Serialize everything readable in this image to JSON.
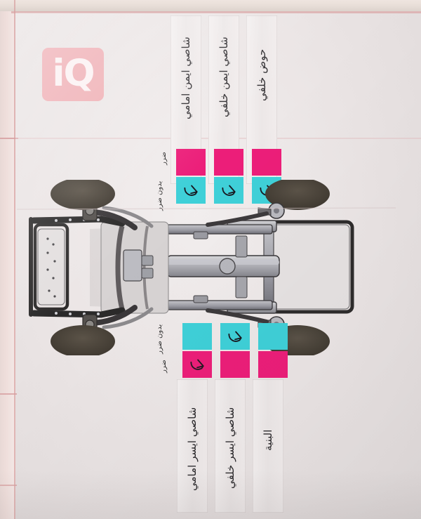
{
  "document": {
    "kind": "vehicle-body-inspection-sheet",
    "language": "ar"
  },
  "logo": {
    "text": "iQ",
    "background_color": "#f0a8ae",
    "text_color": "#fdf3f4"
  },
  "legend": {
    "damaged_label": "ضرر",
    "undamaged_label": "بدون ضرر",
    "damaged_color": "#ec1e79",
    "undamaged_color": "#3fd0d8",
    "check_glyph": "✓"
  },
  "top_section": {
    "columns": [
      {
        "id": "front-right-chassis",
        "label": "شاصي ايمن امامي",
        "damaged_cell": {
          "color": "#ec1e79",
          "checked": false
        },
        "undamaged_cell": {
          "color": "#3fd0d8",
          "checked": true
        },
        "status": "بدون ضرر"
      },
      {
        "id": "rear-right-chassis",
        "label": "شاصي ايمن خلفي",
        "damaged_cell": {
          "color": "#ec1e79",
          "checked": false
        },
        "undamaged_cell": {
          "color": "#3fd0d8",
          "checked": true
        },
        "status": "بدون ضرر"
      },
      {
        "id": "rear-pan",
        "label": "حوض خلفي",
        "damaged_cell": {
          "color": "#ec1e79",
          "checked": false
        },
        "undamaged_cell": {
          "color": "#3fd0d8",
          "checked": true
        },
        "status": "بدون ضرر"
      }
    ],
    "row_labels": {
      "damaged": "ضرر",
      "undamaged": "بدون ضرر"
    }
  },
  "bottom_section": {
    "columns": [
      {
        "id": "front-left-chassis",
        "label": "شاصي ايسر امامي",
        "undamaged_cell": {
          "color": "#3fd0d8",
          "checked": false
        },
        "damaged_cell": {
          "color": "#ec1e79",
          "checked": true
        },
        "status": "ضرر"
      },
      {
        "id": "rear-left-chassis",
        "label": "شاصي ايسر خلفي",
        "undamaged_cell": {
          "color": "#3fd0d8",
          "checked": true
        },
        "damaged_cell": {
          "color": "#ec1e79",
          "checked": false
        },
        "status": "بدون ضرر"
      },
      {
        "id": "structure",
        "label": "البنية",
        "undamaged_cell": {
          "color": "#3fd0d8",
          "checked": false
        },
        "damaged_cell": {
          "color": "#ec1e79",
          "checked": false
        },
        "status": ""
      }
    ],
    "row_labels": {
      "undamaged": "بدون ضرر",
      "damaged": "ضرر"
    }
  },
  "diagram": {
    "name": "car-underbody-top-view",
    "caption": ""
  }
}
